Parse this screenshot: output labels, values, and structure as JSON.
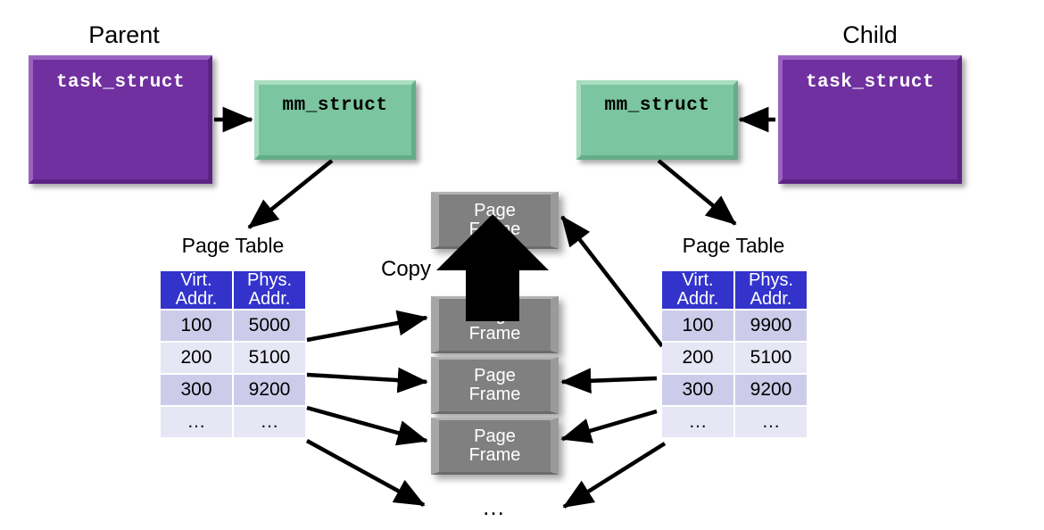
{
  "diagram": {
    "title_parent": "Parent",
    "title_child": "Child",
    "copy_label": "Copy",
    "center_ellipsis": "…",
    "colors": {
      "task_struct_purple": "#7030A0",
      "mm_struct_green": "#7BC6A0",
      "table_header_blue": "#3333CC",
      "row_dark": "#CCCCEA",
      "row_light": "#E6E6F5",
      "page_frame_gray": "#808080",
      "arrow_black": "#000000",
      "background": "#FFFFFF"
    }
  },
  "parent": {
    "label": "Parent",
    "task_struct": "task_struct",
    "mm_struct": "mm_struct",
    "page_table": {
      "title": "Page Table",
      "headers": [
        "Virt.\nAddr.",
        "Phys.\nAddr."
      ],
      "header_virt_line1": "Virt.",
      "header_virt_line2": "Addr.",
      "header_phys_line1": "Phys.",
      "header_phys_line2": "Addr.",
      "rows": [
        {
          "virt": "100",
          "phys": "5000"
        },
        {
          "virt": "200",
          "phys": "5100"
        },
        {
          "virt": "300",
          "phys": "9200"
        },
        {
          "virt": "…",
          "phys": "…"
        }
      ]
    }
  },
  "child": {
    "label": "Child",
    "task_struct": "task_struct",
    "mm_struct": "mm_struct",
    "page_table": {
      "title": "Page Table",
      "headers": [
        "Virt.\nAddr.",
        "Phys.\nAddr."
      ],
      "header_virt_line1": "Virt.",
      "header_virt_line2": "Addr.",
      "header_phys_line1": "Phys.",
      "header_phys_line2": "Addr.",
      "rows": [
        {
          "virt": "100",
          "phys": "9900"
        },
        {
          "virt": "200",
          "phys": "5100"
        },
        {
          "virt": "300",
          "phys": "9200"
        },
        {
          "virt": "…",
          "phys": "…"
        }
      ]
    }
  },
  "page_frames": [
    {
      "line1": "Page",
      "line2": "Frame"
    },
    {
      "line1": "Page",
      "line2": "Frame"
    },
    {
      "line1": "Page",
      "line2": "Frame"
    },
    {
      "line1": "Page",
      "line2": "Frame"
    }
  ]
}
